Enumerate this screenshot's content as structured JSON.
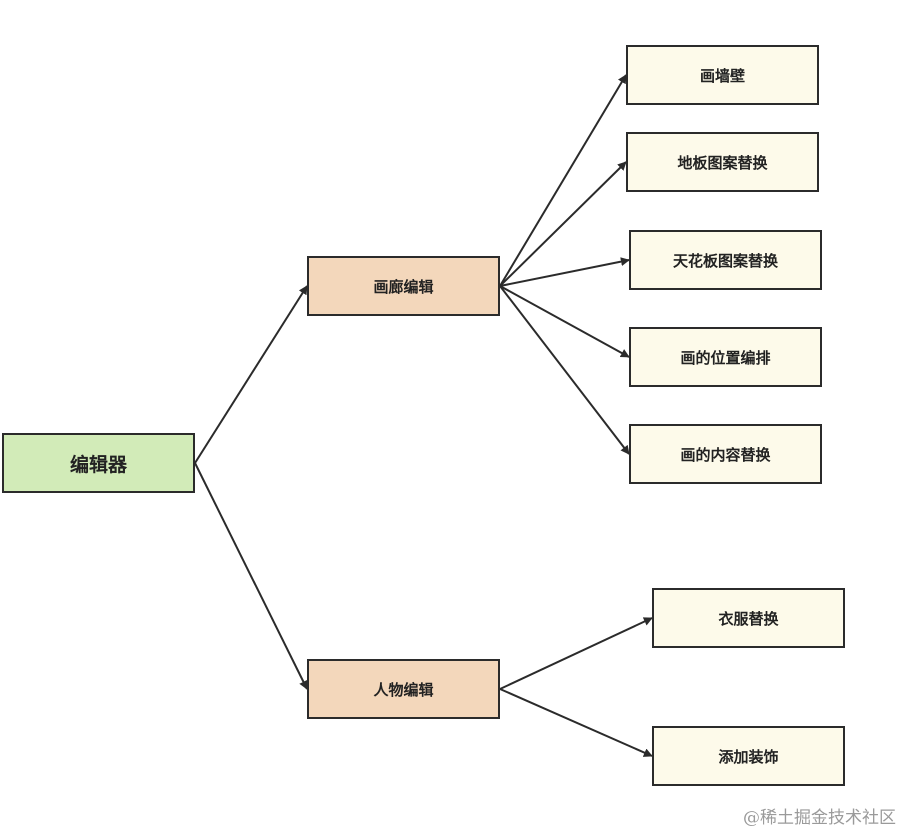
{
  "colors": {
    "root_fill": "#d2ebb8",
    "mid_fill": "#f3d7bb",
    "leaf_fill": "#fdfaea",
    "edge": "#2b2b2b"
  },
  "root": {
    "label": "编辑器"
  },
  "branches": [
    {
      "label": "画廊编辑",
      "children": [
        "画墙壁",
        "地板图案替换",
        "天花板图案替换",
        "画的位置编排",
        "画的内容替换"
      ]
    },
    {
      "label": "人物编辑",
      "children": [
        "衣服替换",
        "添加装饰"
      ]
    }
  ],
  "watermark": "@稀土掘金技术社区"
}
